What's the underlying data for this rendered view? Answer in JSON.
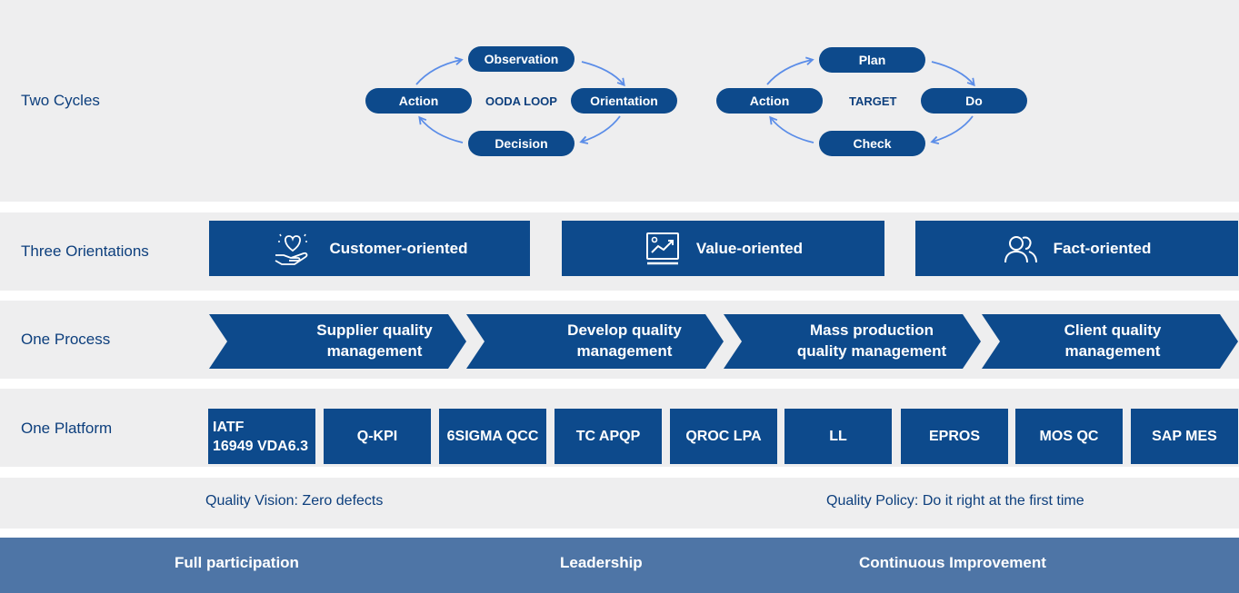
{
  "rows": {
    "two_cycles": "Two Cycles",
    "three_orientations": "Three Orientations",
    "one_process": "One Process",
    "one_platform": "One Platform"
  },
  "ooda": {
    "top": "Observation",
    "left": "Action",
    "right": "Orientation",
    "bottom": "Decision",
    "center": "OODA LOOP"
  },
  "pdca": {
    "top": "Plan",
    "left": "Action",
    "right": "Do",
    "bottom": "Check",
    "center": "TARGET"
  },
  "orientations": [
    {
      "label": "Customer-oriented",
      "icon": "heart-hand-icon"
    },
    {
      "label": "Value-oriented",
      "icon": "chart-monitor-icon"
    },
    {
      "label": "Fact-oriented",
      "icon": "people-icon"
    }
  ],
  "process": [
    "Supplier quality\nmanagement",
    "Develop quality\nmanagement",
    "Mass production\nquality management",
    "Client quality\nmanagement"
  ],
  "platform": [
    "IATF\n16949 VDA6.3",
    "Q-KPI",
    "6SIGMA QCC",
    "TC APQP",
    "QROC LPA",
    "LL",
    "EPROS",
    "MOS QC",
    "SAP MES"
  ],
  "vision": "Quality Vision: Zero defects",
  "policy": "Quality Policy: Do it right at the first time",
  "footer": [
    "Full participation",
    "Leadership",
    "Continuous Improvement"
  ],
  "colors": {
    "primary": "#0d4a8c",
    "band": "#eeeeef",
    "footer": "#4e75a6",
    "arrow": "#5b8de8",
    "label": "#0d3f7d"
  }
}
